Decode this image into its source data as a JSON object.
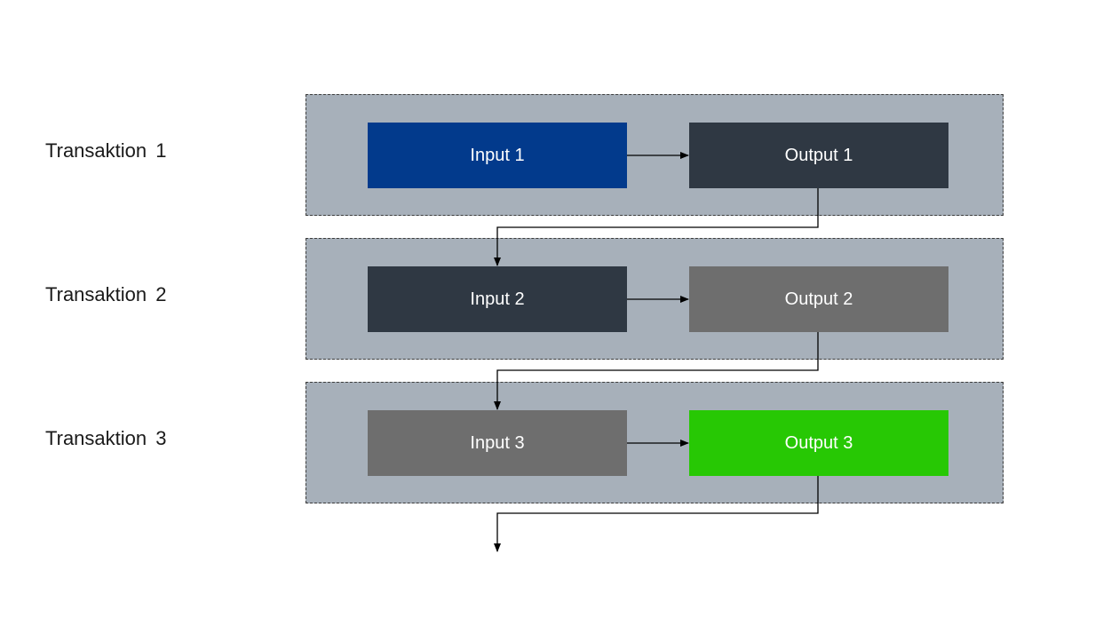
{
  "transactions": [
    {
      "label": "Transaktion 1",
      "input": {
        "label": "Input 1",
        "color": "#023a8c"
      },
      "output": {
        "label": "Output 1",
        "color": "#2f3843"
      }
    },
    {
      "label": "Transaktion 2",
      "input": {
        "label": "Input 2",
        "color": "#2f3843"
      },
      "output": {
        "label": "Output 2",
        "color": "#6e6e6e"
      }
    },
    {
      "label": "Transaktion 3",
      "input": {
        "label": "Input 3",
        "color": "#6e6e6e"
      },
      "output": {
        "label": "Output 3",
        "color": "#27c804"
      }
    }
  ],
  "colors": {
    "group_background": "#a7b0ba",
    "connector": "#000000"
  }
}
